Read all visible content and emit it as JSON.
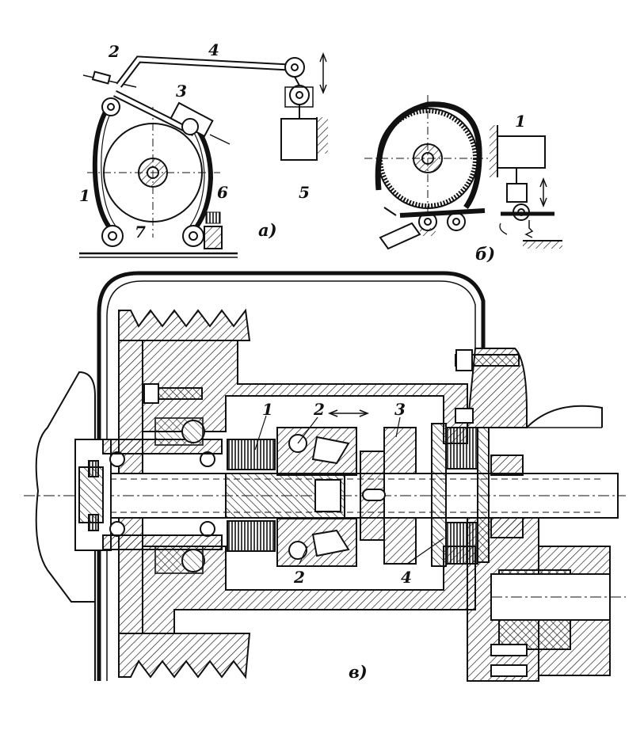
{
  "figures": {
    "a": {
      "caption": "а)",
      "labels": {
        "p1": "1",
        "p2": "2",
        "p3": "3",
        "p4": "4",
        "p5": "5",
        "p6": "6",
        "p7": "7"
      }
    },
    "b": {
      "caption": "б)",
      "labels": {
        "p1": "1"
      }
    },
    "c": {
      "caption": "в)",
      "labels": {
        "p1": "1",
        "p2_top": "2",
        "p2_bottom": "2",
        "p3": "3",
        "p4": "4"
      }
    }
  },
  "colors": {
    "ink": "#111111",
    "paper": "#ffffff"
  }
}
